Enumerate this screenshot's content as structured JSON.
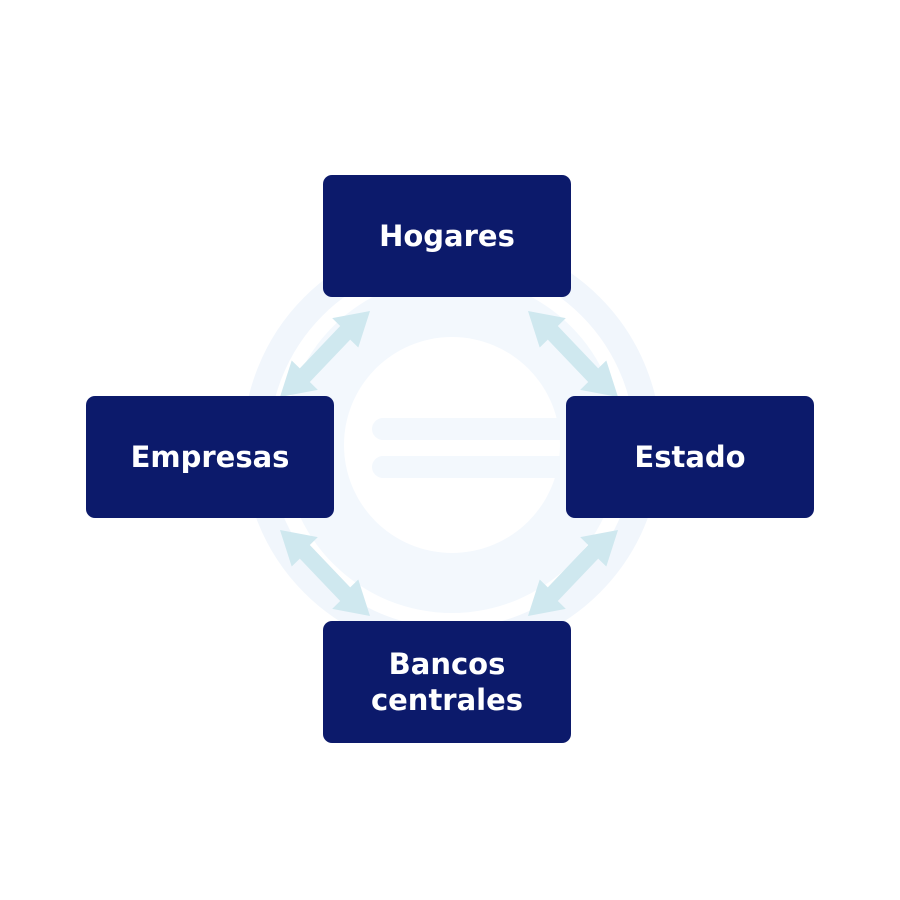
{
  "diagram": {
    "nodes": {
      "hogares": {
        "line1": "Hogares",
        "line2": ""
      },
      "empresas": {
        "line1": "Empresas",
        "line2": ""
      },
      "estado": {
        "line1": "Estado",
        "line2": ""
      },
      "bancos": {
        "line1": "Bancos",
        "line2": "centrales"
      }
    },
    "edges": [
      {
        "from": "Hogares",
        "to": "Empresas",
        "type": "bidirectional"
      },
      {
        "from": "Hogares",
        "to": "Estado",
        "type": "bidirectional"
      },
      {
        "from": "Empresas",
        "to": "Bancos centrales",
        "type": "bidirectional"
      },
      {
        "from": "Estado",
        "to": "Bancos centrales",
        "type": "bidirectional"
      }
    ]
  },
  "colors": {
    "node_fill": "#0c1a6b",
    "node_text": "#ffffff",
    "arrow_fill": "#cfe8ef",
    "watermark": "#eef4fb",
    "background": "#ffffff"
  }
}
